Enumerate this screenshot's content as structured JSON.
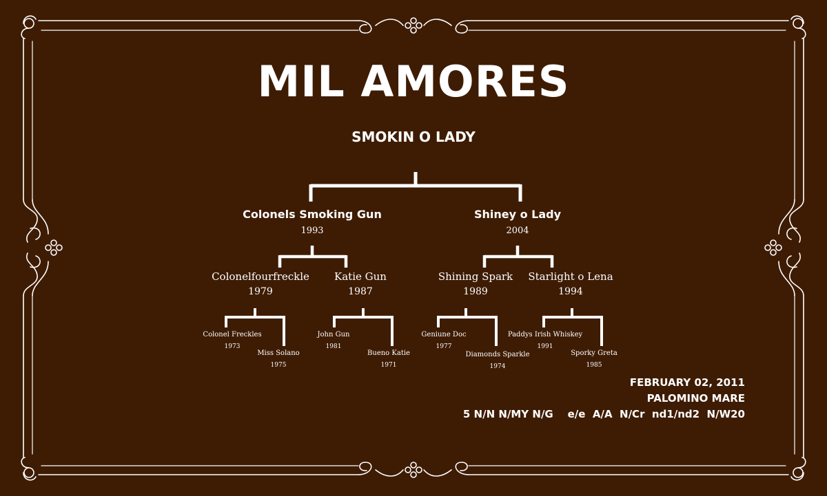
{
  "horse": {
    "name": "MIL AMORES",
    "subtitle": "SMOKIN O LADY"
  },
  "pedigree": {
    "sire": {
      "name": "Colonels Smoking Gun",
      "year": "1993",
      "sire": {
        "name": "Colonelfourfreckle",
        "year": "1979",
        "sire": {
          "name": "Colonel Freckles",
          "year": "1973"
        },
        "dam": {
          "name": "Miss Solano",
          "year": "1975"
        }
      },
      "dam": {
        "name": "Katie Gun",
        "year": "1987",
        "sire": {
          "name": "John Gun",
          "year": "1981"
        },
        "dam": {
          "name": "Bueno Katie",
          "year": "1971"
        }
      }
    },
    "dam": {
      "name": "Shiney o Lady",
      "year": "2004",
      "sire": {
        "name": "Shining Spark",
        "year": "1989",
        "sire": {
          "name": "Geniune Doc",
          "year": "1977"
        },
        "dam": {
          "name": "Diamonds Sparkle",
          "year": "1974"
        }
      },
      "dam": {
        "name": "Starlight o Lena",
        "year": "1994",
        "sire": {
          "name": "Paddys Irish Whiskey",
          "year": "1991"
        },
        "dam": {
          "name": "Sporky Greta",
          "year": "1985"
        }
      }
    }
  },
  "details": {
    "birth_date": "FEBRUARY 02, 2011",
    "description": "PALOMINO MARE",
    "genetics": "5 N/N N/MY N/G    e/e  A/A  N/Cr  nd1/nd2  N/W20"
  },
  "colors": {
    "background": "#3e1c04",
    "foreground": "#ffffff"
  }
}
